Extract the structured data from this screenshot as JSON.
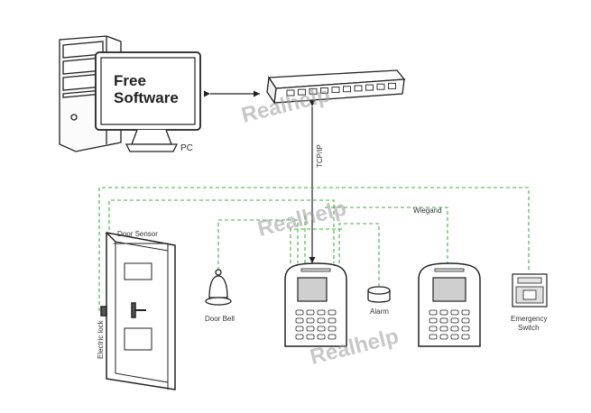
{
  "colors": {
    "outline": "#222222",
    "wire": "#3bb33b",
    "watermark": "#9a9a9a",
    "screen": "#cfcfcf"
  },
  "pc": {
    "screen_line1": "Free",
    "screen_line2": "Software",
    "label": "PC"
  },
  "connection": {
    "tcpip": "TCP/IP",
    "wiegand": "Wiegand"
  },
  "devices": {
    "door_sensor": "Door Sensor",
    "electric_lock": "Electric lock",
    "door_bell": "Door Bell",
    "alarm": "Alarm",
    "emergency_line1": "Emergency",
    "emergency_line2": "Switch"
  },
  "watermark": "Realhelp"
}
